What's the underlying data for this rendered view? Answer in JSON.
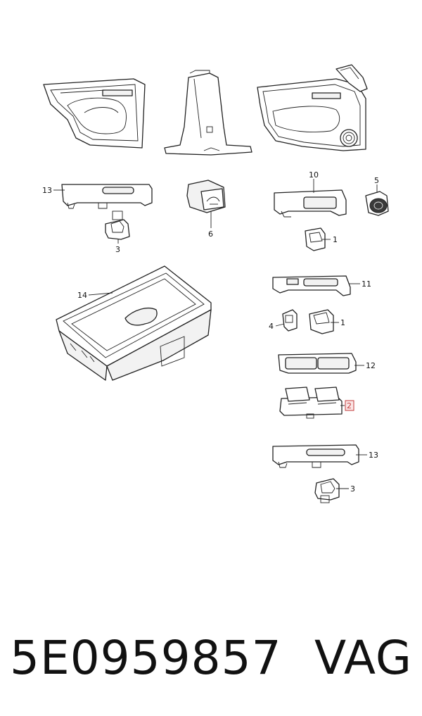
{
  "callouts": {
    "c13_top": "13",
    "c3_top": "3",
    "c6": "6",
    "c10": "10",
    "c5": "5",
    "c1_a": "1",
    "c14": "14",
    "c11": "11",
    "c4": "4",
    "c1_b": "1",
    "c12": "12",
    "c2": "2",
    "c13_bottom": "13",
    "c3_bottom": "3"
  },
  "highlight": {
    "callout": "2",
    "color": "#c23b3b"
  },
  "footer": {
    "part_number": "5E0959857",
    "brand": "VAG"
  }
}
